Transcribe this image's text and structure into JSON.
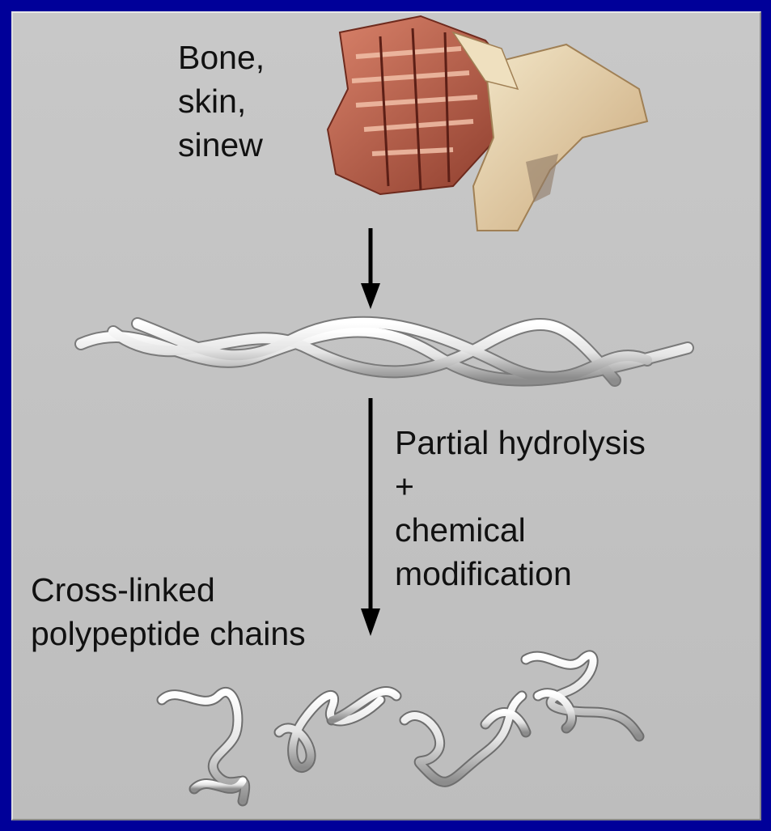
{
  "diagram": {
    "source_label": [
      "Bone,",
      "skin,",
      "sinew"
    ],
    "process_label": [
      "Partial hydrolysis",
      "+",
      "chemical",
      "modification"
    ],
    "product_label": [
      "Cross-linked",
      "polypeptide chains"
    ]
  },
  "colors": {
    "frame": "#000099",
    "panel": "#c2c2c2",
    "text": "#111111",
    "arrow": "#000000"
  }
}
